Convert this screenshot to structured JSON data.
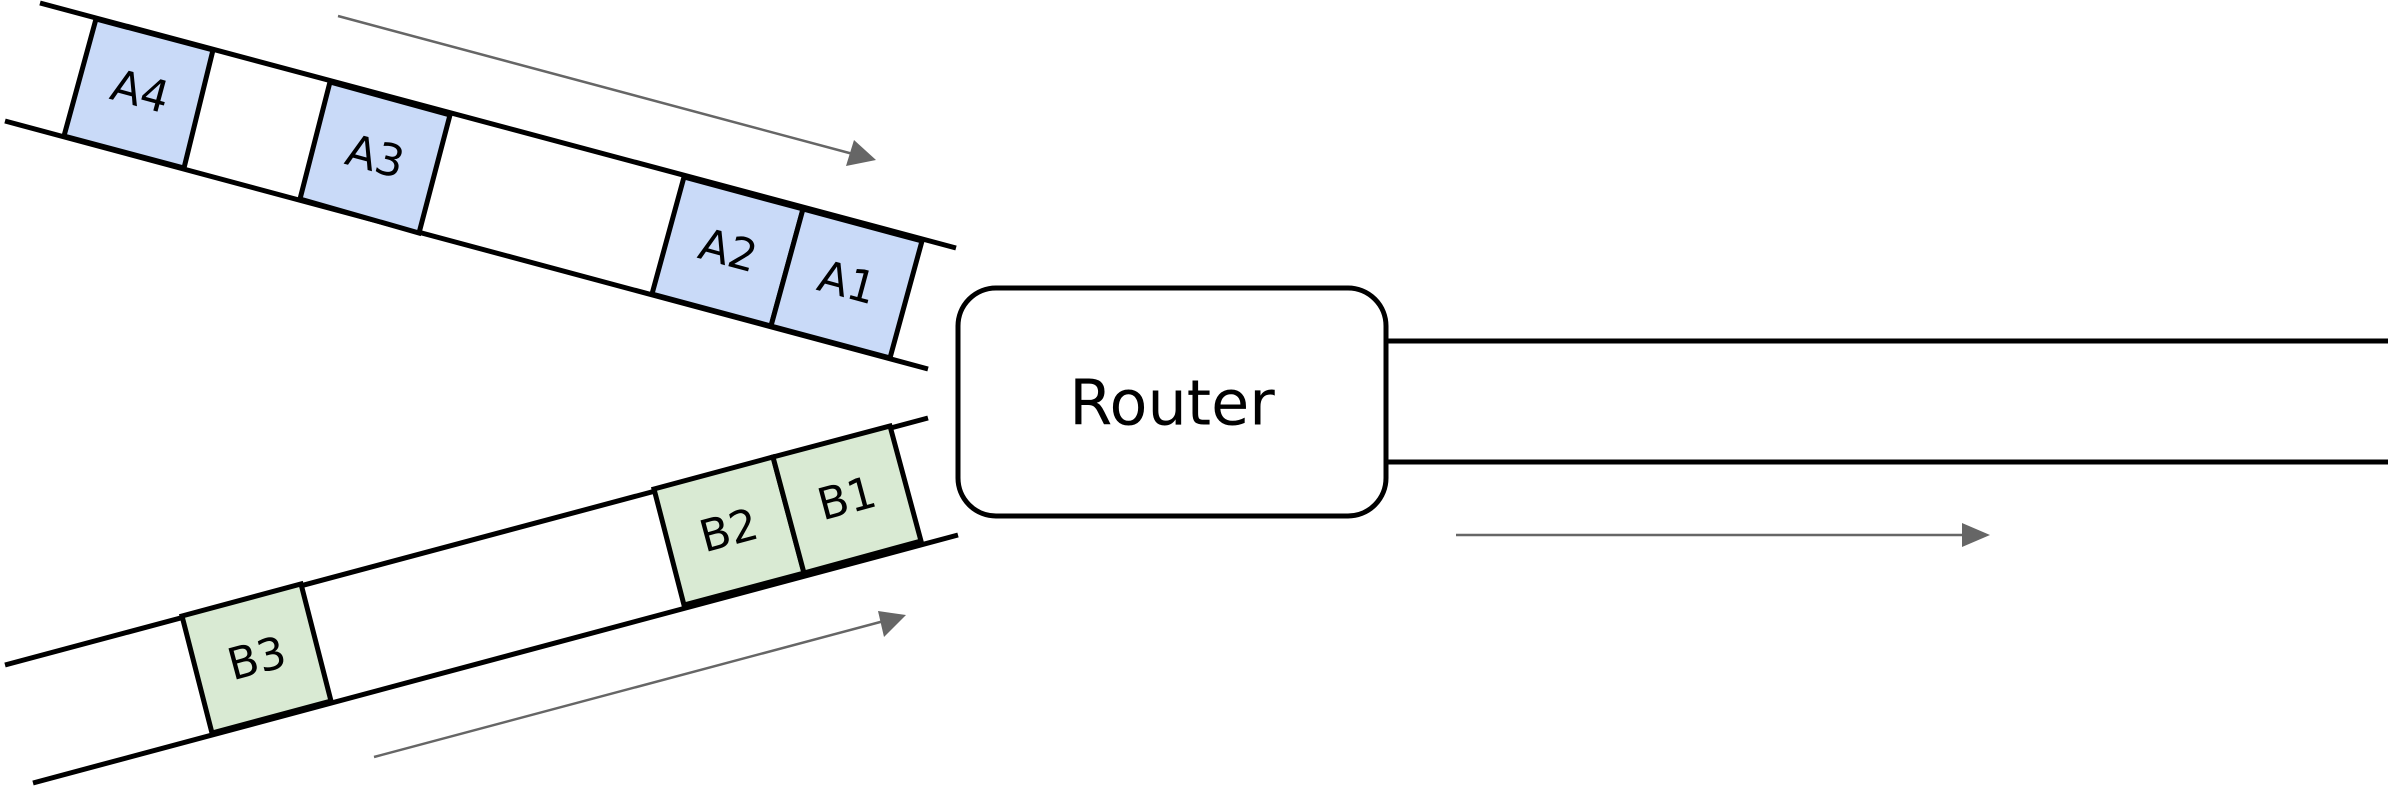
{
  "router": {
    "label": "Router"
  },
  "links": {
    "a": {
      "packets": [
        {
          "label": "A4",
          "color": "#c9daf8"
        },
        {
          "label": "A3",
          "color": "#c9daf8"
        },
        {
          "label": "A2",
          "color": "#c9daf8"
        },
        {
          "label": "A1",
          "color": "#c9daf8"
        }
      ]
    },
    "b": {
      "packets": [
        {
          "label": "B3",
          "color": "#d9ead3"
        },
        {
          "label": "B2",
          "color": "#d9ead3"
        },
        {
          "label": "B1",
          "color": "#d9ead3"
        }
      ]
    }
  },
  "colors": {
    "line": "#000000",
    "flow_arrow": "#666666"
  }
}
